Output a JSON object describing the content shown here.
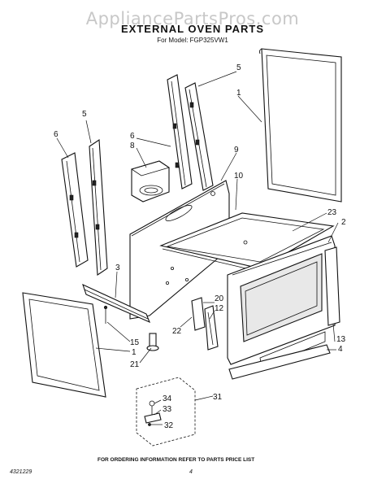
{
  "watermark": "AppliancePartsPros.com",
  "title": "EXTERNAL OVEN PARTS",
  "subtitle": "For Model: FGP325VW1",
  "footer": {
    "note": "FOR ORDERING INFORMATION REFER TO PARTS PRICE LIST",
    "doc_number": "4321229",
    "page_number": "4"
  },
  "callouts": {
    "c1_right": "1",
    "c1_left": "1",
    "c2": "2",
    "c3": "3",
    "c4": "4",
    "c5_right": "5",
    "c5_left": "5",
    "c6_left": "6",
    "c6_mid": "6",
    "c8": "8",
    "c9": "9",
    "c10": "10",
    "c12": "12",
    "c13": "13",
    "c15": "15",
    "c20": "20",
    "c21": "21",
    "c22": "22",
    "c23": "23",
    "c31": "31",
    "c32": "32",
    "c33": "33",
    "c34": "34"
  }
}
